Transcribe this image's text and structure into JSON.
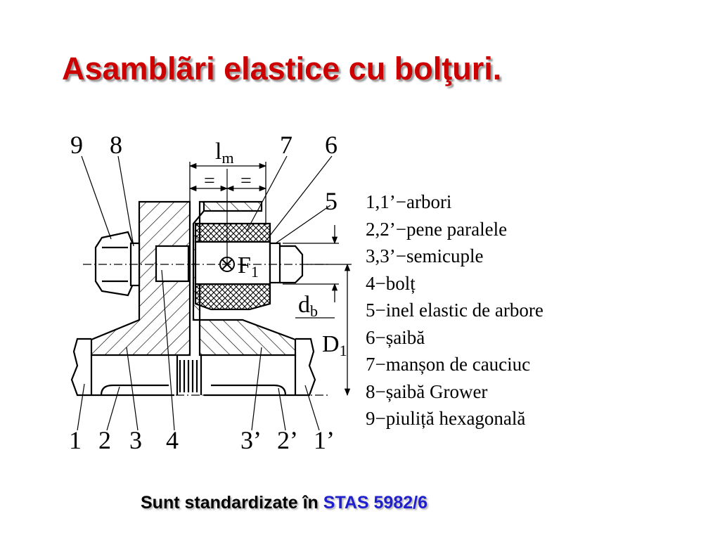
{
  "slide": {
    "title": "Asamblãri elastice cu bolţuri.",
    "footer": {
      "prefix": "Sunt standardizate în ",
      "standard": "STAS 5982/6"
    }
  },
  "drawing": {
    "callouts": {
      "c9": "9",
      "c8": "8",
      "c7": "7",
      "c6": "6",
      "c5": "5",
      "c1": "1",
      "c2": "2",
      "c3": "3",
      "c4": "4",
      "c3p": "3’",
      "c2p": "2’",
      "c1p": "1’"
    },
    "dimensions": {
      "lm_main": "l",
      "lm_sub": "m",
      "eq_left": "=",
      "eq_right": "=",
      "force_main": "F",
      "force_sub": "1",
      "db_main": "d",
      "db_sub": "b",
      "D1_main": "D",
      "D1_sub": "1"
    }
  },
  "legend": {
    "items": [
      "1,1’−arbori",
      "2,2’−pene paralele",
      "3,3’−semicuple",
      "4−bolț",
      "5−inel elastic de arbore",
      "6−șaibă",
      "7−manșon de cauciuc",
      "8−șaibă Grower",
      "9−piuliță hexagonală"
    ]
  }
}
